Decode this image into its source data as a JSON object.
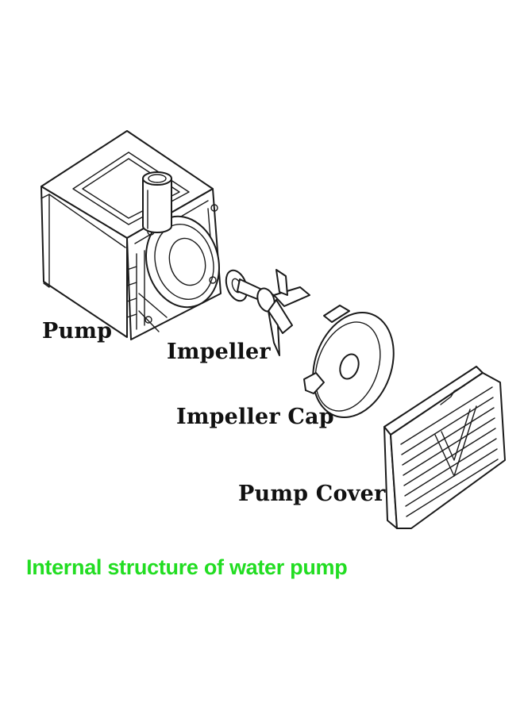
{
  "labels": {
    "pump": "Pump",
    "impeller": "Impeller",
    "impeller_cap": "Impeller Cap",
    "pump_cover": "Pump Cover"
  },
  "caption": "Internal structure of water pump",
  "colors": {
    "caption": "#22dd22",
    "line_art": "#1a1a1a",
    "background": "#ffffff"
  }
}
